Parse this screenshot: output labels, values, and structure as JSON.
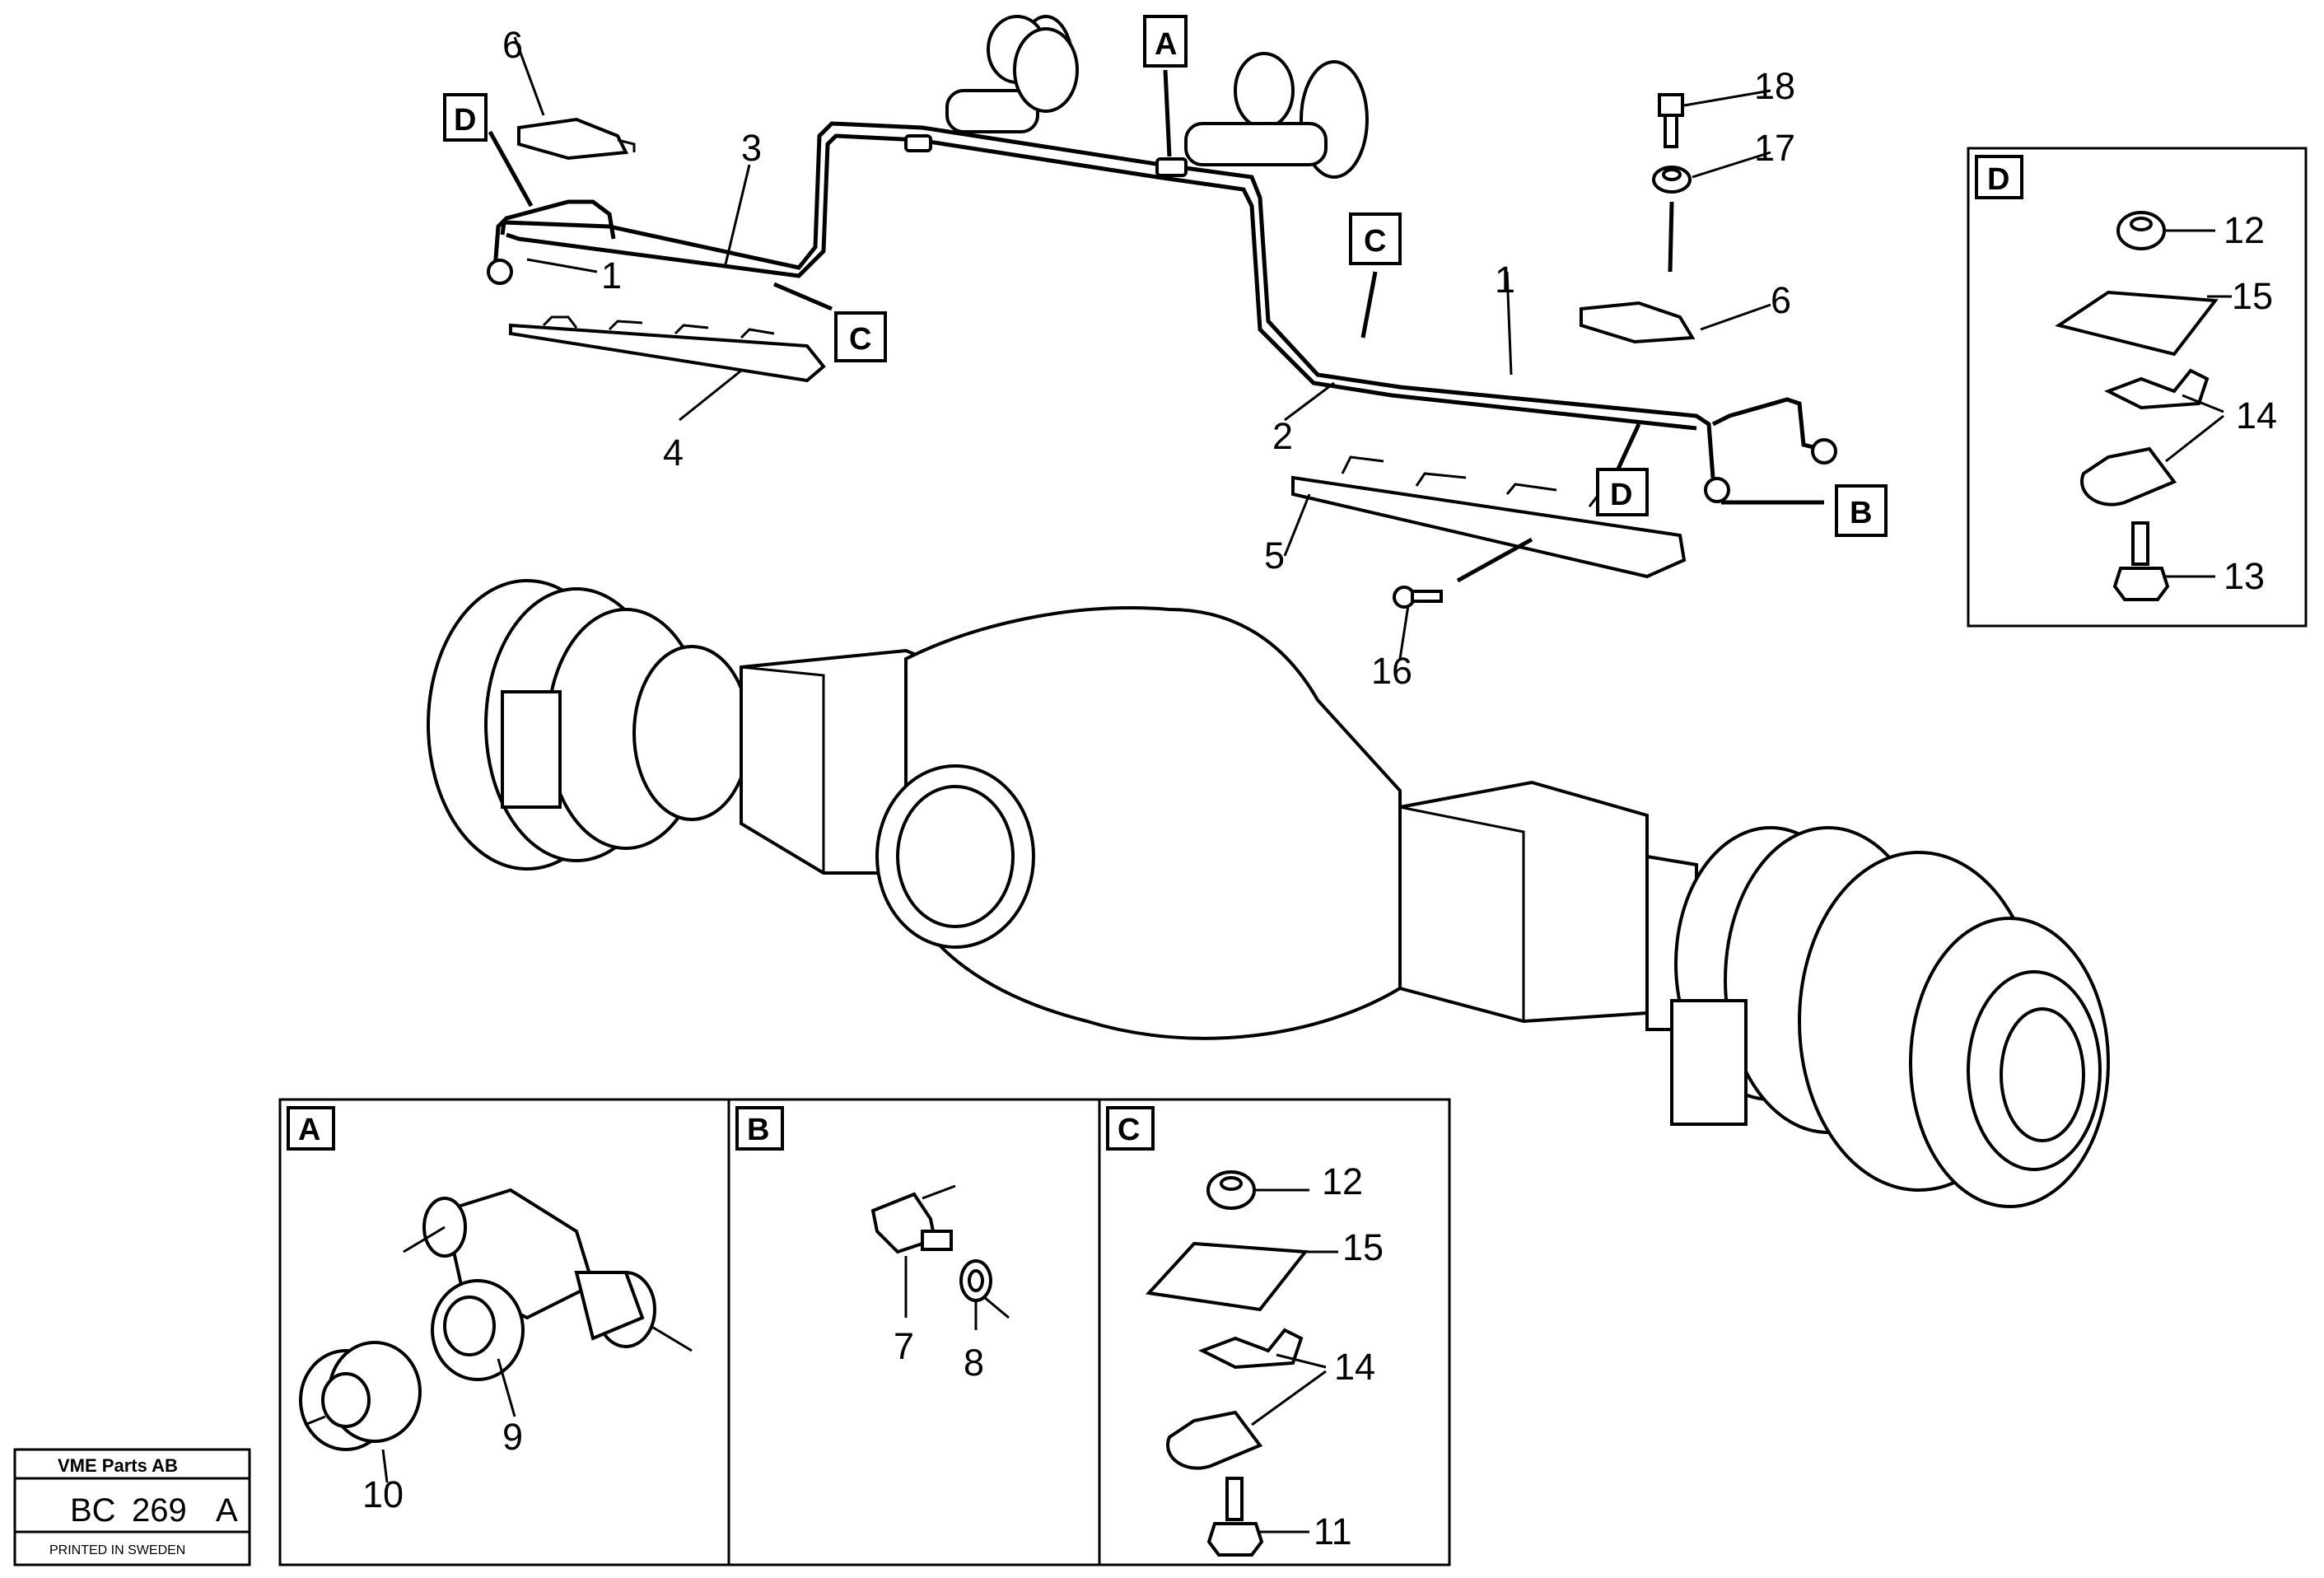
{
  "callouts": {
    "n1a": "1",
    "n1b": "1",
    "n2": "2",
    "n3": "3",
    "n4": "4",
    "n5": "5",
    "n6a": "6",
    "n6b": "6",
    "n7": "7",
    "n8": "8",
    "n9": "9",
    "n10": "10",
    "n11": "11",
    "n12c": "12",
    "n12d": "12",
    "n13": "13",
    "n14c": "14",
    "n14d": "14",
    "n15c": "15",
    "n15d": "15",
    "n16": "16",
    "n17": "17",
    "n18": "18"
  },
  "refs": {
    "a_top": "A",
    "c_top": "C",
    "c_left": "C",
    "d_left": "D",
    "d_right": "D",
    "b_right": "B",
    "panel_a": "A",
    "panel_b": "B",
    "panel_c": "C",
    "panel_d": "D"
  },
  "stamp": {
    "company": "VME Parts AB",
    "code_prefix": "BC",
    "code_number": "269",
    "code_suffix": "A",
    "printed": "PRINTED IN SWEDEN"
  }
}
